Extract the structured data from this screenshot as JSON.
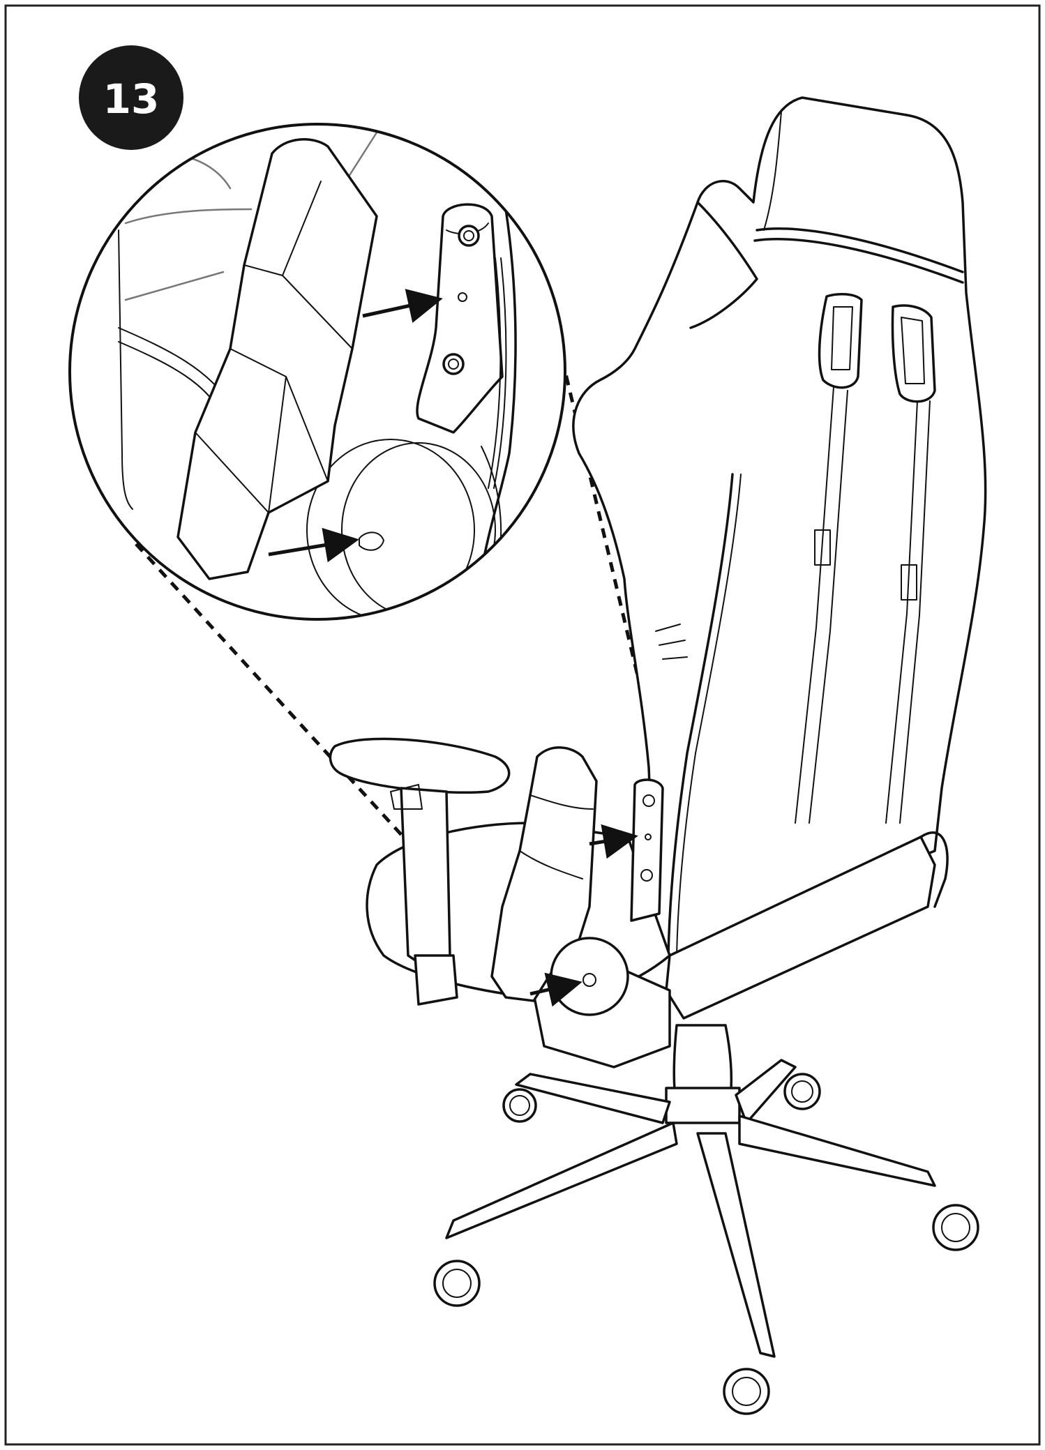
{
  "step": {
    "number": "13"
  },
  "colors": {
    "badge": "#1a1a1a",
    "line": "#111111",
    "background": "#ffffff"
  },
  "illustration": {
    "subject": "chair-armrest-cover-installation",
    "icons": [
      "magnify-callout",
      "armrest-cover",
      "arrow-icon",
      "office-chair",
      "caster-wheel"
    ]
  }
}
